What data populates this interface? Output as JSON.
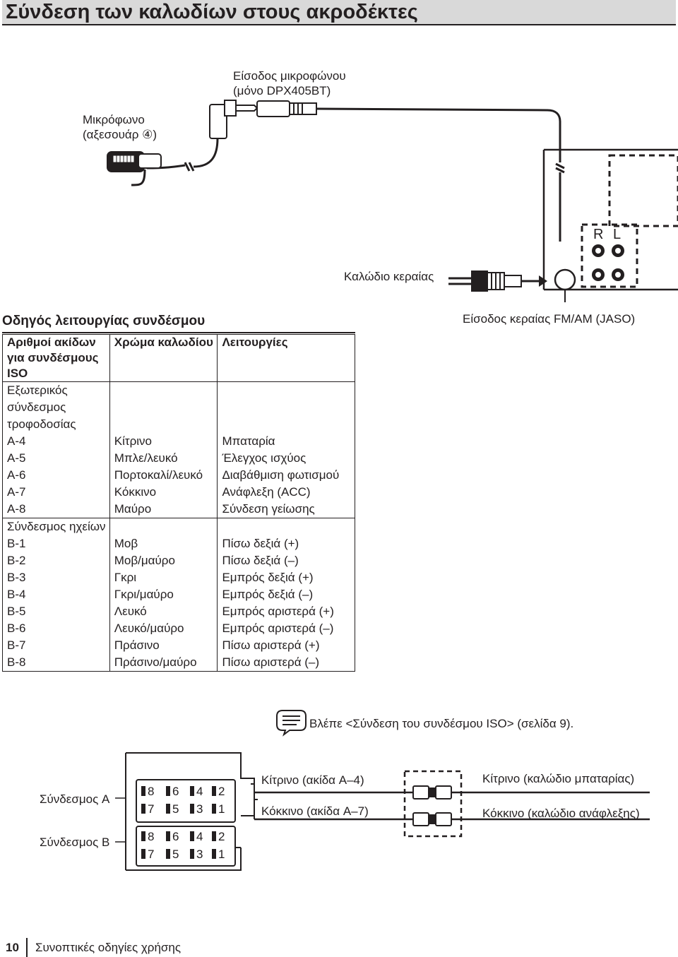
{
  "page_title": "Σύνδεση των καλωδίων στους ακροδέκτες",
  "diagram": {
    "mic_input_label": [
      "Είσοδος μικροφώνου",
      "(μόνο DPX405BT)"
    ],
    "microphone_label": [
      "Μικρόφωνο",
      "(αξεσουάρ ④)"
    ],
    "antenna_cable_label": "Καλώδιο κεραίας",
    "antenna_input_label": "Είσοδος κεραίας FM/AM (JASO)",
    "rca_r": "R",
    "rca_l": "L"
  },
  "guide": {
    "title": "Οδηγός λειτουργίας συνδέσμου",
    "headers": [
      "Αριθμοί ακίδων για συνδέσμους ISO",
      "Χρώμα καλωδίου",
      "Λειτουργίες"
    ],
    "section_a": "Εξωτερικός σύνδεσμος τροφοδοσίας",
    "rows_a": [
      [
        "A-4",
        "Κίτρινο",
        "Μπαταρία"
      ],
      [
        "A-5",
        "Μπλε/λευκό",
        "Έλεγχος ισχύος"
      ],
      [
        "A-6",
        "Πορτοκαλί/λευκό",
        "Διαβάθμιση φωτισμού"
      ],
      [
        "A-7",
        "Κόκκινο",
        "Ανάφλεξη (ACC)"
      ],
      [
        "A-8",
        "Μαύρο",
        "Σύνδεση γείωσης"
      ]
    ],
    "section_b": "Σύνδεσμος ηχείων",
    "rows_b": [
      [
        "B-1",
        "Μοβ",
        "Πίσω δεξιά (+)"
      ],
      [
        "B-2",
        "Μοβ/μαύρο",
        "Πίσω δεξιά (–)"
      ],
      [
        "B-3",
        "Γκρι",
        "Εμπρός δεξιά (+)"
      ],
      [
        "B-4",
        "Γκρι/μαύρο",
        "Εμπρός δεξιά (–)"
      ],
      [
        "B-5",
        "Λευκό",
        "Εμπρός αριστερά (+)"
      ],
      [
        "B-6",
        "Λευκό/μαύρο",
        "Εμπρός αριστερά (–)"
      ],
      [
        "B-7",
        "Πράσινο",
        "Πίσω αριστερά (+)"
      ],
      [
        "B-8",
        "Πράσινο/μαύρο",
        "Πίσω αριστερά (–)"
      ]
    ]
  },
  "note": {
    "icon": "note-icon",
    "text": "Βλέπε <Σύνδεση του συνδέσμου ISO> (σελίδα 9)."
  },
  "iso": {
    "connector_a_label": "Σύνδεσμος A",
    "connector_b_label": "Σύνδεσμος B",
    "pins_top": [
      "8",
      "6",
      "4",
      "2"
    ],
    "pins_bottom": [
      "7",
      "5",
      "3",
      "1"
    ],
    "yellow_pin_label": "Κίτρινο (ακίδα A–4)",
    "red_pin_label": "Κόκκινο (ακίδα A–7)",
    "yellow_cable_label": "Κίτρινο (καλώδιο μπαταρίας)",
    "red_cable_label": "Κόκκινο (καλώδιο ανάφλεξης)"
  },
  "footer": {
    "page_number": "10",
    "text": "Συνοπτικές οδηγίες χρήσης"
  }
}
